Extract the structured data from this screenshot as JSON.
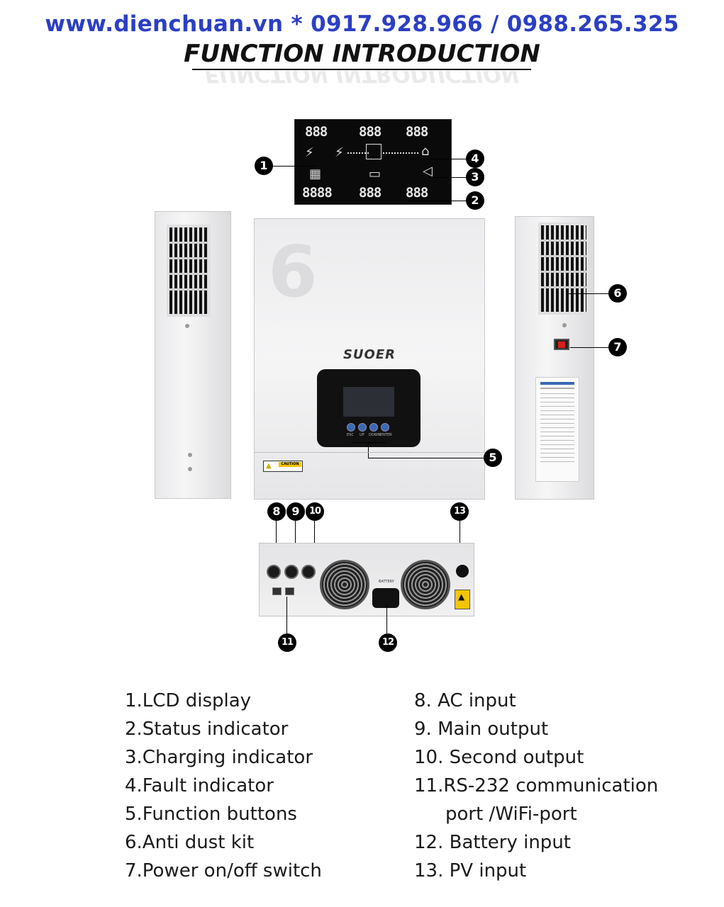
{
  "header": {
    "url_line": "www.dienchuan.vn * 0917.928.966 / 0988.265.325",
    "title": "FUNCTION INTRODUCTION"
  },
  "lcd": {
    "seg_top_left": "888",
    "seg_top_mid": "888",
    "seg_top_right": "888",
    "seg_bottom_left": "8888",
    "seg_bottom_mid": "888",
    "seg_bottom_right": "888"
  },
  "device": {
    "big_numeral": "6",
    "brand": "SUOER",
    "buttons": [
      "ESC",
      "UP",
      "DOWN",
      "ENTER"
    ],
    "caution_label": "CAUTION",
    "battery_label": "BATTERY"
  },
  "callouts": [
    "1",
    "2",
    "3",
    "4",
    "5",
    "6",
    "7",
    "8",
    "9",
    "10",
    "11",
    "12",
    "13"
  ],
  "features_left": [
    "1.LCD display",
    "2.Status indicator",
    "3.Charging indicator",
    "4.Fault indicator",
    "5.Function buttons",
    "6.Anti dust kit",
    "7.Power on/off switch"
  ],
  "features_right": [
    "8. AC input",
    "9. Main output",
    "10. Second output",
    "11.RS-232 communication",
    "port /WiFi-port",
    "12. Battery input",
    "13. PV input"
  ],
  "colors": {
    "header_blue": "#2b3fc4",
    "button_blue": "#3a68b3",
    "caution_yellow": "#f3c400",
    "switch_red": "#d8201c"
  }
}
